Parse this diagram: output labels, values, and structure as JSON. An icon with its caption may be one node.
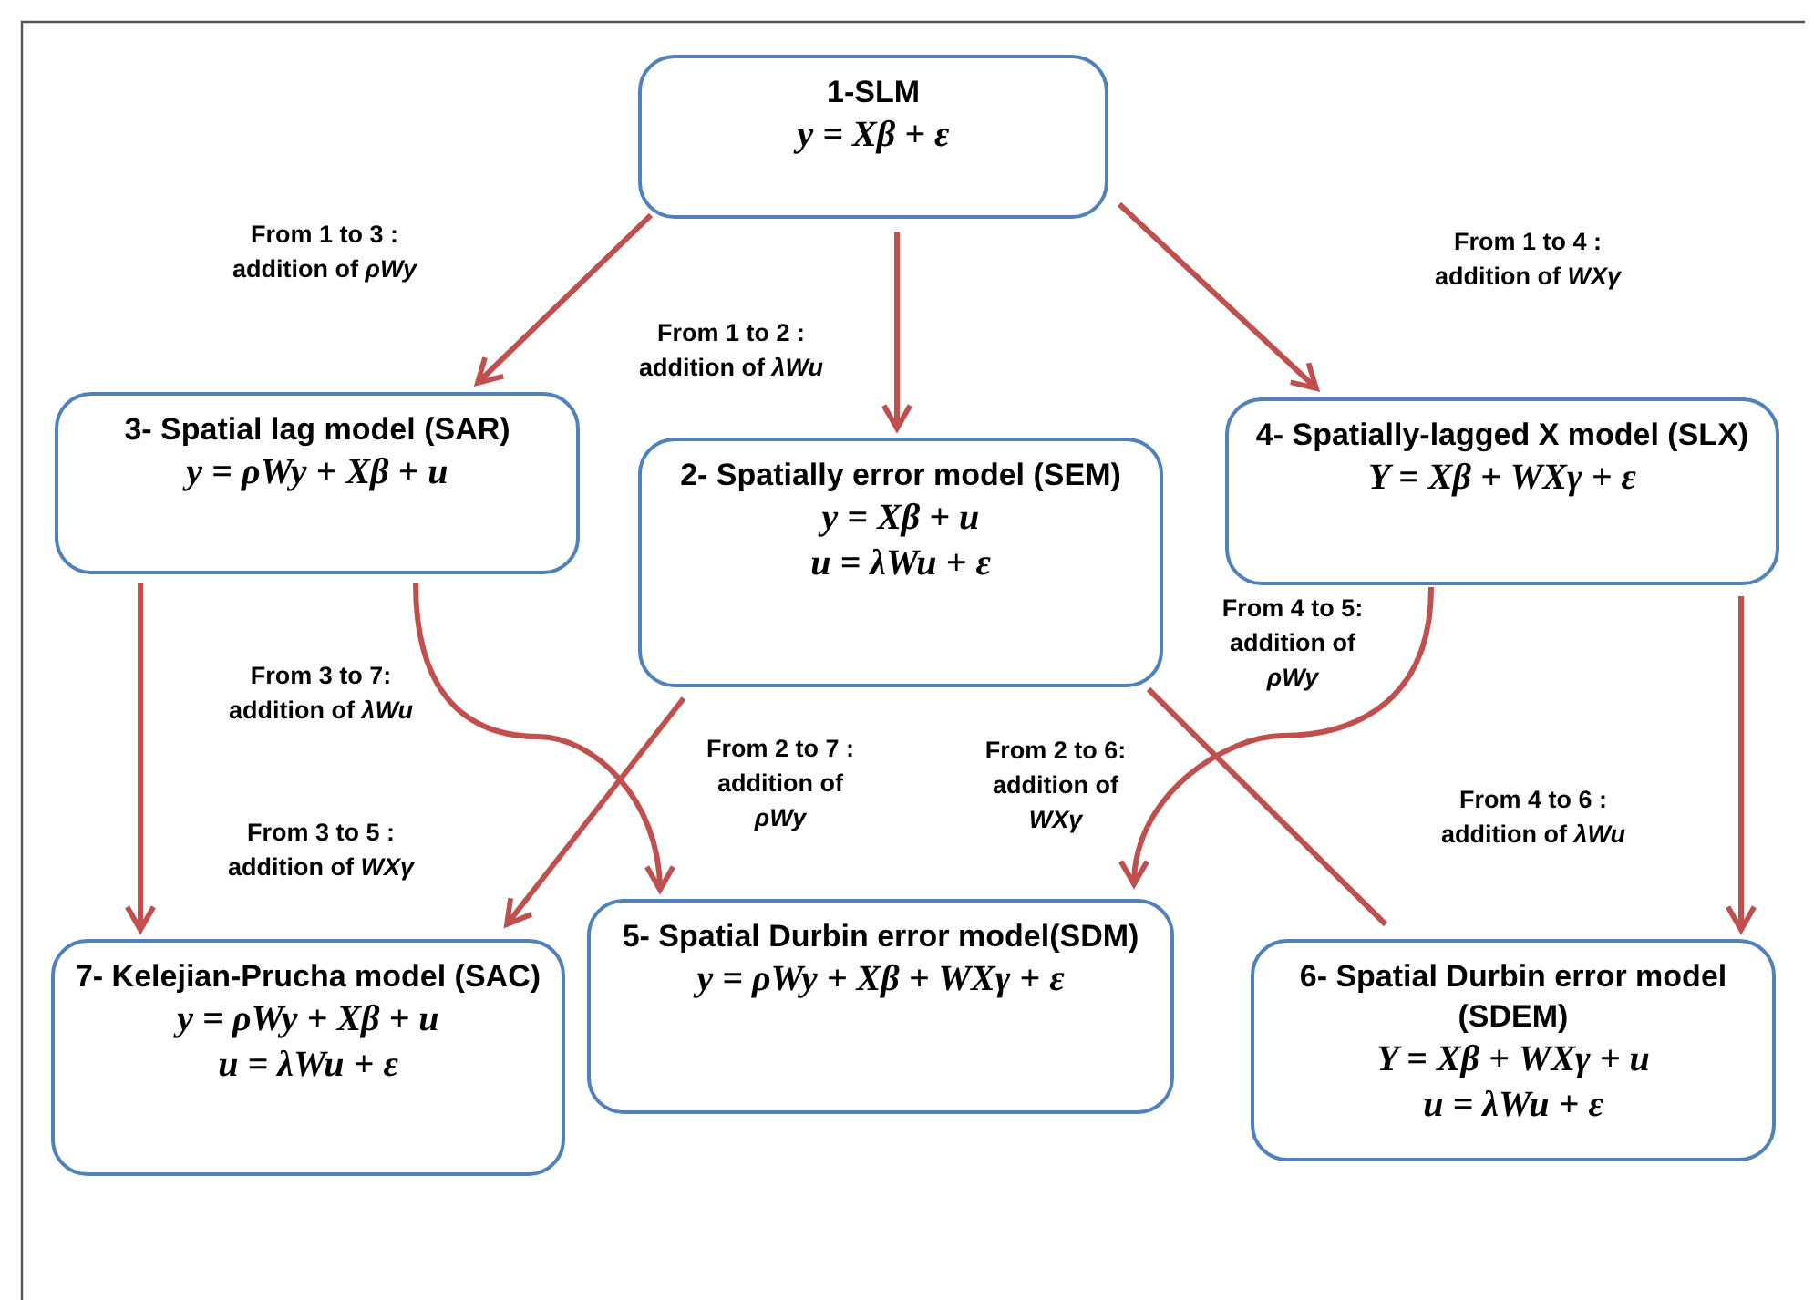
{
  "diagram": {
    "nodes": [
      {
        "text": [
          "1-SLM",
          "y = Xβ + ε"
        ]
      },
      {
        "text": [
          "3- Spatial lag model (SAR)",
          "y = ρWy + Xβ + u"
        ]
      },
      {
        "text": [
          "2- Spatially error model (SEM)",
          "y = Xβ + u",
          "u = λWu + ε"
        ]
      },
      {
        "text": [
          "4- Spatially-lagged X model (SLX)",
          "Y = Xβ + WXγ + ε"
        ]
      },
      {
        "text": [
          "7- Kelejian-Prucha model (SAC)",
          "y = ρWy + Xβ + u",
          "u = λWu + ε"
        ]
      },
      {
        "text": [
          "5- Spatial Durbin error model(SDM)",
          "y = ρWy + Xβ + WXγ + ε"
        ]
      },
      {
        "text": [
          "6- Spatial Durbin error model (SDEM)",
          "Y = Xβ + WXγ + u",
          "u = λWu + ε"
        ]
      }
    ],
    "edges": [
      {
        "from": 0,
        "to": 1,
        "arrow": "to"
      },
      {
        "from": 0,
        "to": 2,
        "arrow": "to"
      },
      {
        "from": 0,
        "to": 3,
        "arrow": "to"
      },
      {
        "from": 1,
        "to": 4,
        "arrow": "to"
      },
      {
        "from": 1,
        "to": 5,
        "arrow": "to"
      },
      {
        "from": 2,
        "to": 4,
        "arrow": "to"
      },
      {
        "from": 2,
        "to": 6,
        "arrow": "none"
      },
      {
        "from": 3,
        "to": 5,
        "arrow": "to"
      },
      {
        "from": 3,
        "to": 6,
        "arrow": "to"
      }
    ],
    "labels": [
      "From 1 to 3 : addition of *ρWy*",
      "From 1 to 2 : addition of *λWu*",
      "From 1 to 4 : addition of *WXγ*",
      "From 4 to 5: addition of *ρWy*",
      "From 3 to 7: addition of *λWu*",
      "From 2 to 7 : addition of *ρWy*",
      "From 2 to 6: addition of *WXγ*",
      "From 3 to 5 : addition of *WXγ*",
      "From 4 to 6 : addition of *λWu*"
    ]
  }
}
